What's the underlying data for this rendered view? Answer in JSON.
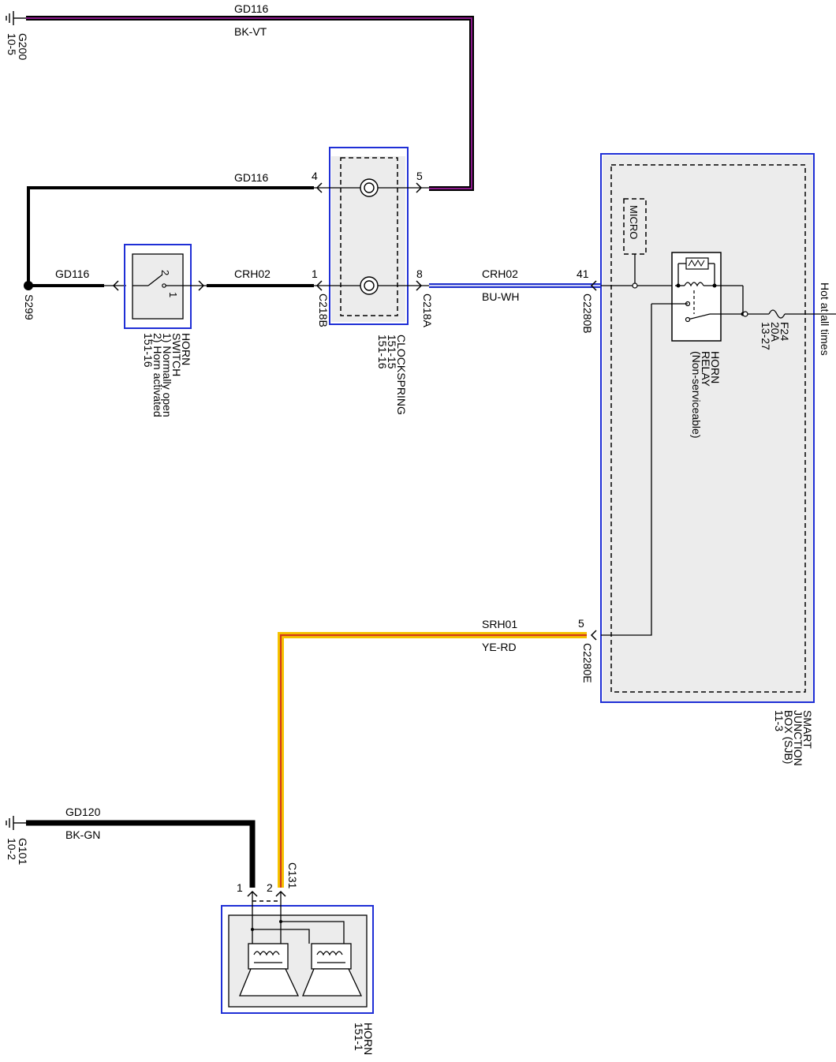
{
  "wires": {
    "top_ground_circuit": "GD116",
    "top_ground_color": "BK-VT",
    "clockspring_pin4_circuit": "GD116",
    "horn_switch_ground_circuit": "GD116",
    "switch_to_clockspring_circuit": "CRH02",
    "clockspring_to_sjb_circuit": "CRH02",
    "clockspring_to_sjb_color": "BU-WH",
    "sjb_to_horn_circuit": "SRH01",
    "sjb_to_horn_color": "YE-RD",
    "horn_ground_circuit": "GD120",
    "horn_ground_color": "BK-GN"
  },
  "grounds": {
    "g200_name": "G200",
    "g200_ref": "10-5",
    "g101_name": "G101",
    "g101_ref": "10-2",
    "splice": "S299"
  },
  "connectors": {
    "c218b": "C218B",
    "c218a": "C218A",
    "c2280b": "C2280B",
    "c2280e": "C2280E",
    "c131": "C131"
  },
  "pins": {
    "cs_pin4": "4",
    "cs_pin5": "5",
    "cs_pin1": "1",
    "cs_pin8": "8",
    "sjb_pin41": "41",
    "sjb_pin5": "5",
    "sw_pin2": "2",
    "sw_pin1": "1",
    "horn_pin1": "1",
    "horn_pin2": "2"
  },
  "components": {
    "horn_switch": [
      "HORN",
      "SWITCH",
      "1) Normally open",
      "2) Horn activated",
      "151-16"
    ],
    "clockspring": [
      "CLOCKSPRING",
      "151-15",
      "151-16"
    ],
    "sjb": [
      "SMART",
      "JUNCTION",
      "BOX (SJB)",
      "11-3"
    ],
    "horn_relay": [
      "HORN",
      "RELAY",
      "(Non-serviceable)"
    ],
    "fuse": [
      "F24",
      "20A",
      "13-27"
    ],
    "micro": "MICRO",
    "hot_label": "Hot at all times",
    "horn": [
      "HORN",
      "151-1"
    ]
  },
  "colors": {
    "outline_blue": "#1f2fd6",
    "bk_vt_stripe": "#8b1a8b",
    "bu_wh": "#2233cc",
    "ye_rd_yellow": "#f5c400",
    "ye_rd_red": "#d23a1c",
    "bk_gn": "#000000"
  }
}
